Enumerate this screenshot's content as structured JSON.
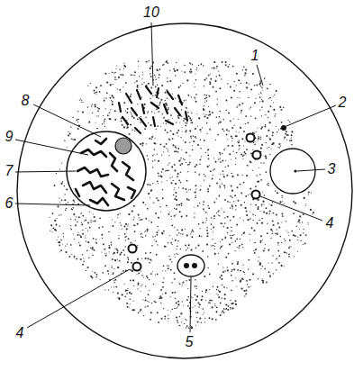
{
  "diagram": {
    "labels": [
      "10",
      "1",
      "8",
      "2",
      "9",
      "3",
      "7",
      "6",
      "4",
      "4",
      "5"
    ]
  }
}
